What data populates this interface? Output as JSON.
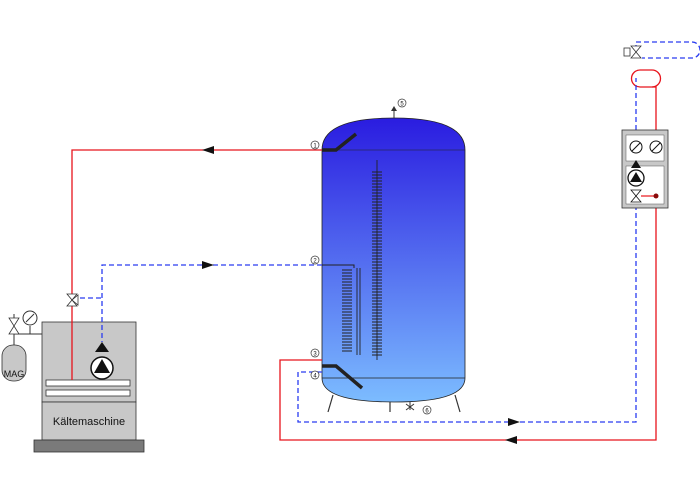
{
  "labels": {
    "chiller": "Kältemaschine",
    "expansion_vessel": "MAG"
  },
  "connections": {
    "c1": "1",
    "c2": "2",
    "c3": "3",
    "c4": "4",
    "c5": "5",
    "c6": "6"
  },
  "colors": {
    "supply_line": "#e8141c",
    "return_line": "#2a3cf0",
    "tank_top": "#2a1ce0",
    "tank_bottom": "#78b8ff",
    "chiller_body": "#c8c8c8",
    "chiller_base": "#7a7a7a"
  },
  "icons": {
    "pump": "pump-icon",
    "valve": "valve-icon",
    "gauge": "pressure-gauge-icon",
    "safety_valve": "safety-valve-icon"
  }
}
